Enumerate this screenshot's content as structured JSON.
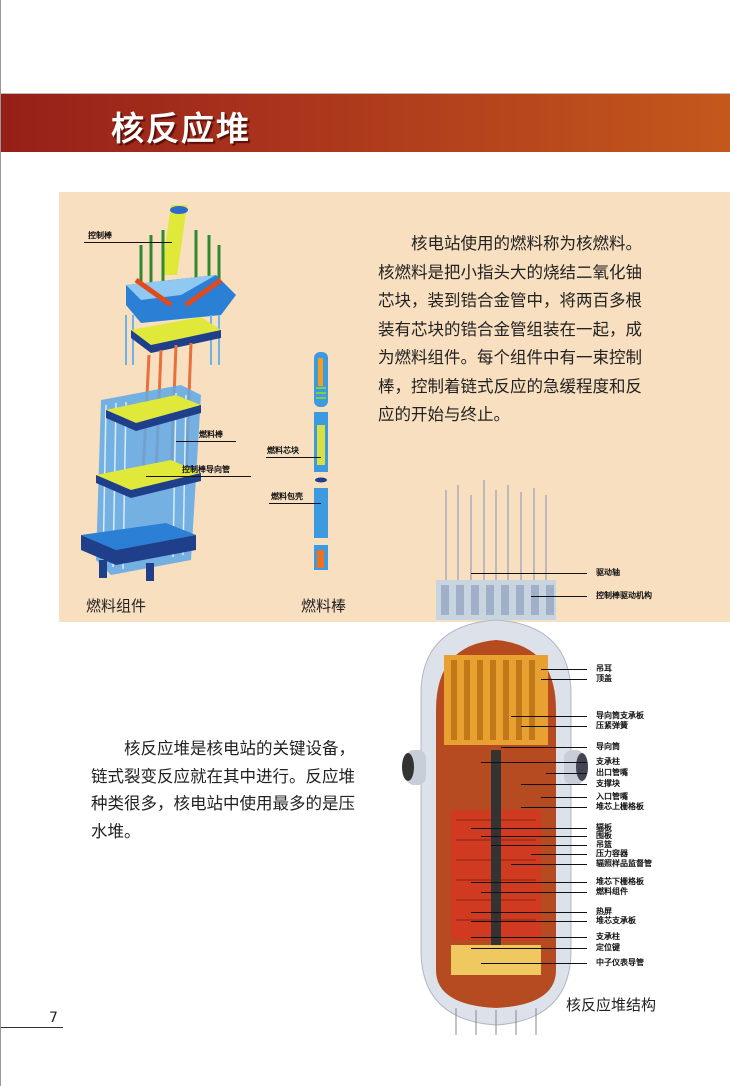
{
  "header": {
    "title": "核反应堆"
  },
  "intro_paragraph": "核电站使用的燃料称为核燃料。核燃料是把小指头大的烧结二氧化铀芯块，装到锆合金管中，将两百多根装有芯块的锆合金管组装在一起，成为燃料组件。每个组件中有一束控制棒，控制着链式反应的急缓程度和反应的开始与终止。",
  "reactor_paragraph": "核反应堆是核电站的关键设备，链式裂变反应就在其中进行。反应堆种类很多，核电站中使用最多的是压水堆。",
  "fuel_assembly": {
    "caption": "燃料组件",
    "labels": [
      "控制棒",
      "燃料棒",
      "控制棒导向管"
    ]
  },
  "fuel_rod": {
    "caption": "燃料棒",
    "labels": [
      "燃料芯块",
      "燃料包壳"
    ]
  },
  "reactor": {
    "caption": "核反应堆结构",
    "labels": [
      "驱动轴",
      "控制棒驱动机构",
      "吊耳",
      "顶盖",
      "导向筒支承板",
      "压紧弹簧",
      "导向筒",
      "支承柱",
      "出口管嘴",
      "支撑块",
      "入口管嘴",
      "堆芯上栅格板",
      "辐板",
      "围板",
      "吊篮",
      "压力容器",
      "辐照样品监督管",
      "堆芯下栅格板",
      "燃料组件",
      "热屏",
      "堆芯支承板",
      "支承柱",
      "定位键",
      "中子仪表导管"
    ]
  },
  "page_number": "7",
  "colors": {
    "header_start": "#962018",
    "header_end": "#c4581c",
    "panel": "#f8dfc0"
  }
}
